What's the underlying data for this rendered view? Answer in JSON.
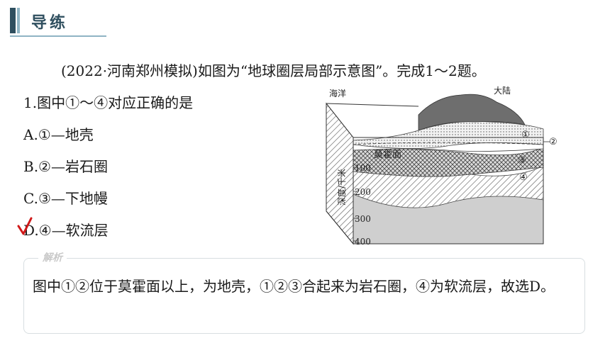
{
  "header": {
    "title": "导练"
  },
  "intro": "(2022·河南郑州模拟)如图为“地球圈层局部示意图”。完成1～2题。",
  "question": {
    "stem": "1.图中①～④对应正确的是",
    "options": [
      {
        "label": "A.①—地壳"
      },
      {
        "label": "B.②—岩石圈"
      },
      {
        "label": "C.③—下地幔"
      },
      {
        "label": "D.④—软流层"
      }
    ],
    "selected_mark": "√"
  },
  "diagram": {
    "ocean_label": "海洋",
    "continent_label": "大陆",
    "moho_label": "莫霍面",
    "depth_label": "深度/千米",
    "depth_ticks": [
      "100",
      "200",
      "300",
      "400"
    ],
    "markers": [
      "①",
      "②",
      "③",
      "④"
    ]
  },
  "analysis": {
    "tag": "解析",
    "text": "图中①②位于莫霍面以上，为地壳，①②③合起来为岩石圈，④为软流层，故选D。"
  }
}
